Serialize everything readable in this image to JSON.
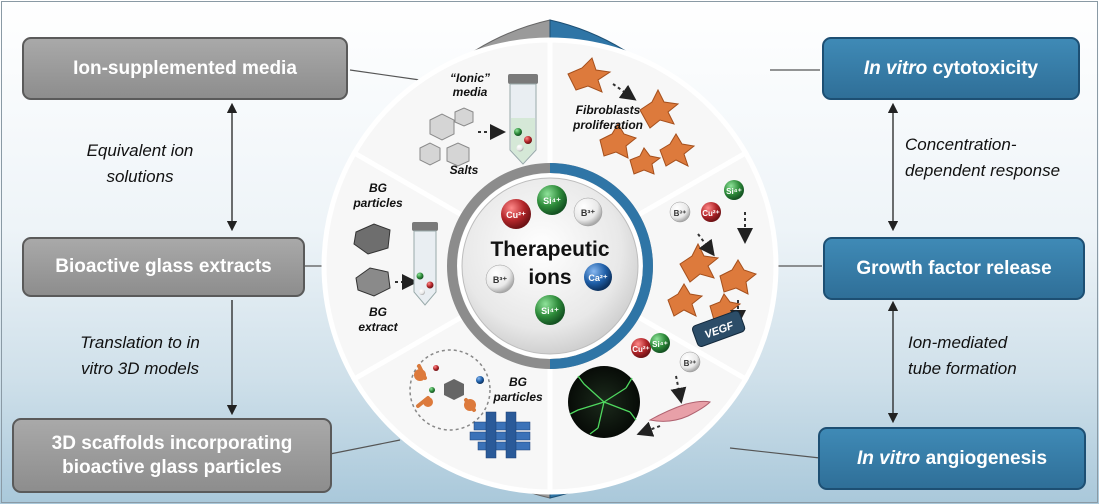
{
  "left_boxes": {
    "media": "Ion-supplemented media",
    "extracts": "Bioactive glass extracts",
    "scaffolds_line1": "3D scaffolds incorporating",
    "scaffolds_line2": "bioactive glass particles"
  },
  "right_boxes": {
    "cytotoxicity_italic": "In vitro",
    "cytotoxicity_rest": " cytotoxicity",
    "growth": "Growth factor release",
    "angiogenesis_italic": "In vitro",
    "angiogenesis_rest": " angiogenesis"
  },
  "left_notes": {
    "equivalent_line1": "Equivalent ion",
    "equivalent_line2": "solutions",
    "translation_line1": "Translation to in",
    "translation_line2": "vitro 3D models"
  },
  "right_notes": {
    "concentration_line1": "Concentration-",
    "concentration_line2": "dependent response",
    "ion_line1": "Ion-mediated",
    "ion_line2": "tube formation"
  },
  "center": {
    "line1": "Therapeutic",
    "line2": "ions",
    "ions": [
      "Cu2+",
      "Si4+",
      "B3+",
      "B3+",
      "Ca2+",
      "Si4+"
    ]
  },
  "segments": {
    "ionic_media_line1": "“Ionic”",
    "ionic_media_line2": "media",
    "salts": "Salts",
    "bg_particles_line1": "BG",
    "bg_particles_line2": "particles",
    "bg_extract_line1": "BG",
    "bg_extract_line2": "extract",
    "bg_particles2_line1": "BG",
    "bg_particles2_line2": "particles",
    "fibroblasts_line1": "Fibroblasts",
    "fibroblasts_line2": "proliferation",
    "vegf": "VEGF"
  },
  "colors": {
    "gray_box": "#999999",
    "blue_box": "#3a81ad",
    "cell_orange": "#dd7a3c",
    "cu_red": "#b3262a",
    "si_green": "#2e8b3a",
    "ca_blue": "#1f5fa8",
    "b_white": "#f2f2f2",
    "ring_blue": "#2f75a6",
    "ring_gray": "#9a9a9a"
  }
}
